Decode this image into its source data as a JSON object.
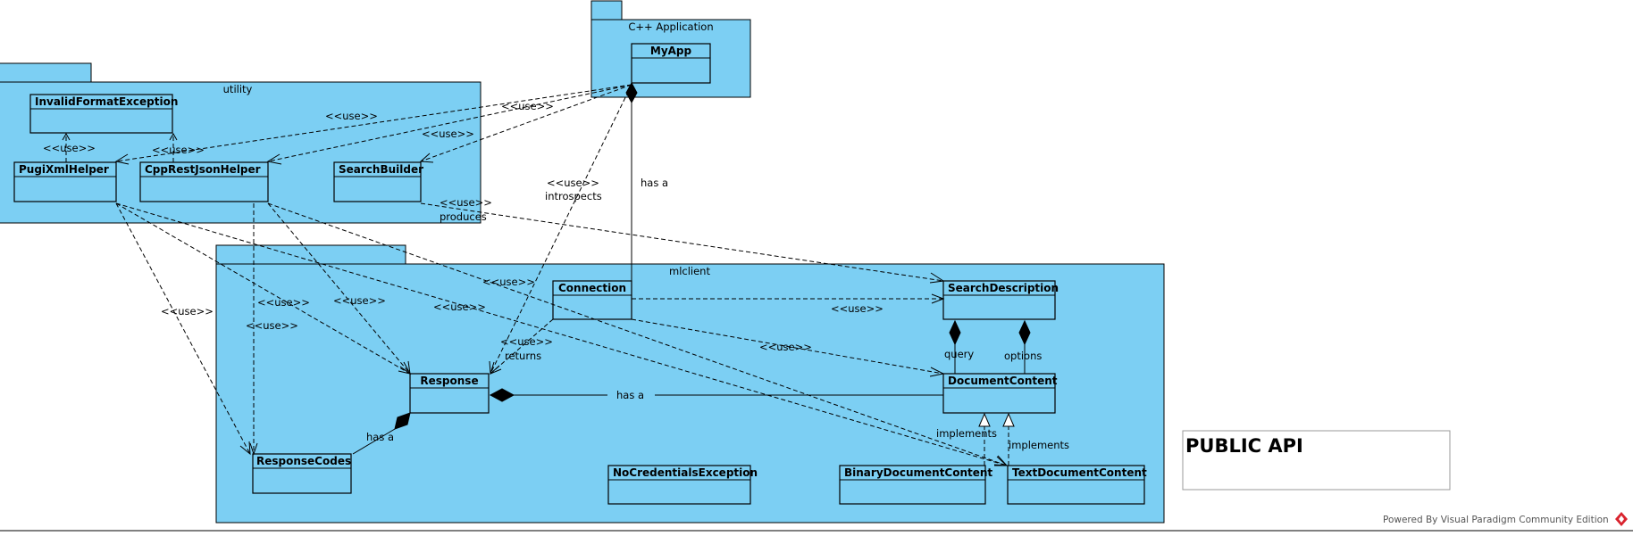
{
  "packages": {
    "app": "C++ Application",
    "utility": "utility",
    "mlclient": "mlclient"
  },
  "classes": {
    "myapp": "MyApp",
    "invalid_format_exception": "InvalidFormatException",
    "pugi_xml_helper": "PugiXmlHelper",
    "cpp_rest_json_helper": "CppRestJsonHelper",
    "search_builder": "SearchBuilder",
    "connection": "Connection",
    "search_description": "SearchDescription",
    "response": "Response",
    "document_content": "DocumentContent",
    "response_codes": "ResponseCodes",
    "no_credentials_exception": "NoCredentialsException",
    "binary_document_content": "BinaryDocumentContent",
    "text_document_content": "TextDocumentContent"
  },
  "labels": {
    "use": "<<use>>",
    "has_a": "has a",
    "introspects": "introspects",
    "produces": "produces",
    "returns": "returns",
    "query": "query",
    "options": "options",
    "implements": "implements"
  },
  "note": {
    "title": "PUBLIC API"
  },
  "footer": {
    "text": "Powered By Visual Paradigm Community Edition"
  },
  "colors": {
    "package_fill": "#7ccff3",
    "logo_red": "#d9232e"
  }
}
